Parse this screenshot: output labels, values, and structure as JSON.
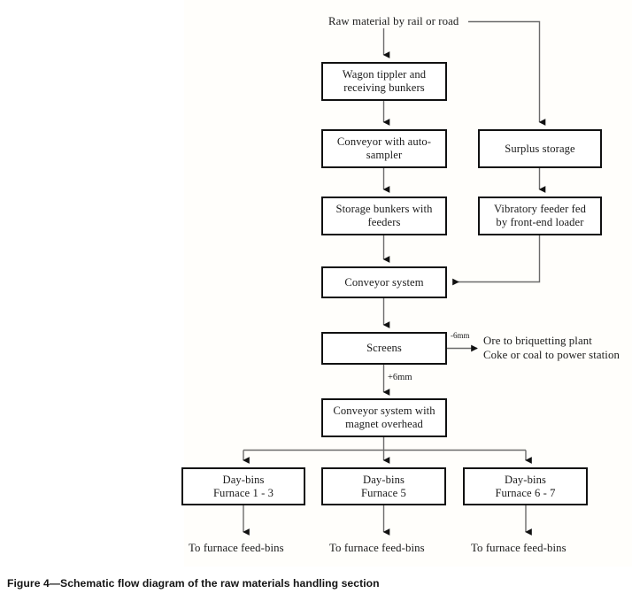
{
  "figure": {
    "caption": "Figure 4—Schematic flow diagram of the raw materials handling section",
    "background_color": "#fffefb",
    "line_color": "#555555",
    "box_border_color": "#111111",
    "text_color": "#1a1a1a"
  },
  "diagram": {
    "type": "flowchart",
    "source_label": "Raw material by rail or road",
    "nodes": [
      {
        "id": "wagon-tippler",
        "label": "Wagon tippler and\nreceiving bunkers",
        "column": "main"
      },
      {
        "id": "conveyor-auto-sampler",
        "label": "Conveyor with auto-\nsampler",
        "column": "main"
      },
      {
        "id": "storage-bunkers",
        "label": "Storage bunkers with\nfeeders",
        "column": "main"
      },
      {
        "id": "conveyor-system",
        "label": "Conveyor system",
        "column": "main"
      },
      {
        "id": "screens",
        "label": "Screens",
        "column": "main"
      },
      {
        "id": "conveyor-magnet",
        "label": "Conveyor system with\nmagnet overhead",
        "column": "main"
      },
      {
        "id": "surplus-storage",
        "label": "Surplus storage",
        "column": "right"
      },
      {
        "id": "vibratory-feeder",
        "label": "Vibratory feeder fed\nby front-end loader",
        "column": "right"
      },
      {
        "id": "day-bins-1-3",
        "label": "Day-bins\nFurnace 1 - 3",
        "column": "bottom"
      },
      {
        "id": "day-bins-5",
        "label": "Day-bins\nFurnace 5",
        "column": "bottom"
      },
      {
        "id": "day-bins-6-7",
        "label": "Day-bins\nFurnace 6 - 7",
        "column": "bottom"
      }
    ],
    "edge_labels": {
      "screens_undersize": "-6mm",
      "screens_oversize": "+6mm"
    },
    "screens_output_text": "Ore to briquetting plant\nCoke or coal to power station",
    "terminal_outputs": [
      "To furnace feed-bins",
      "To furnace feed-bins",
      "To furnace feed-bins"
    ]
  }
}
